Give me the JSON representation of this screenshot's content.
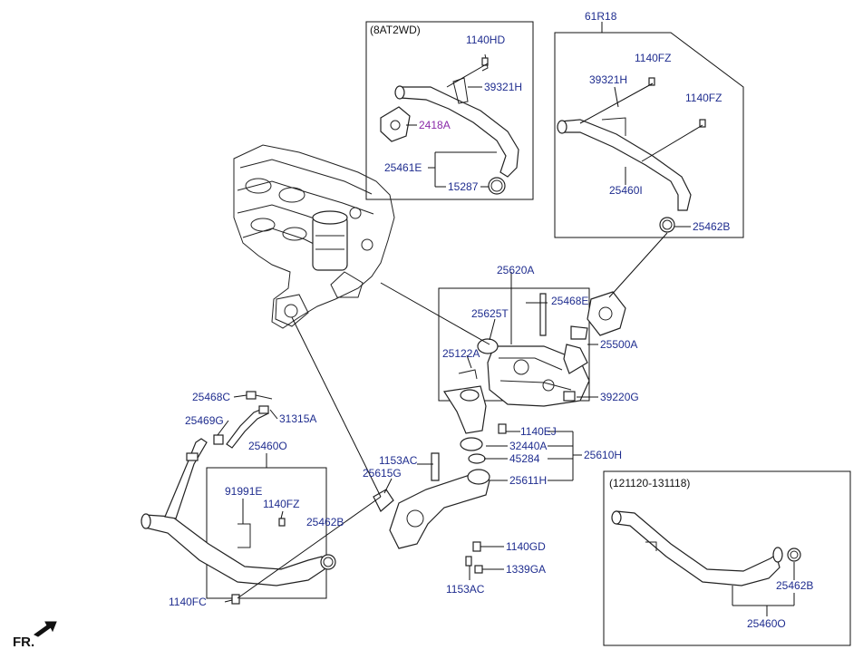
{
  "colors": {
    "label": "#1f2d8f",
    "highlight": "#8a2aa8",
    "line": "#111111"
  },
  "insets": {
    "variant_8at2wd": "(8AT2WD)",
    "engine_61r18": "61R18",
    "date_range": "(121120-131118)"
  },
  "direction": {
    "front_label": "FR.",
    "icon": "front-arrow-icon"
  },
  "parts": {
    "p1140HD": "1140HD",
    "p39321H_a": "39321H",
    "p2418A": "2418A",
    "p25461E": "25461E",
    "p15287": "15287",
    "p1140FZ_a": "1140FZ",
    "p39321H_b": "39321H",
    "p1140FZ_b": "1140FZ",
    "p25460I": "25460I",
    "p25462B_a": "25462B",
    "p25620A": "25620A",
    "p25625T": "25625T",
    "p25468E": "25468E",
    "p25122A": "25122A",
    "p25500A": "25500A",
    "p39220G": "39220G",
    "p25468C": "25468C",
    "p25469G": "25469G",
    "p31315A": "31315A",
    "p25460O_a": "25460O",
    "p1140EJ": "1140EJ",
    "p32440A": "32440A",
    "p25610H": "25610H",
    "p45284": "45284",
    "p1153AC_a": "1153AC",
    "p25615G": "25615G",
    "p25611H": "25611H",
    "p91991E": "91991E",
    "p1140FZ_c": "1140FZ",
    "p25462B_b": "25462B",
    "p1140GD": "1140GD",
    "p1339GA": "1339GA",
    "p1153AC_b": "1153AC",
    "p1140FC": "1140FC",
    "p25462B_c": "25462B",
    "p25460O_b": "25460O"
  }
}
